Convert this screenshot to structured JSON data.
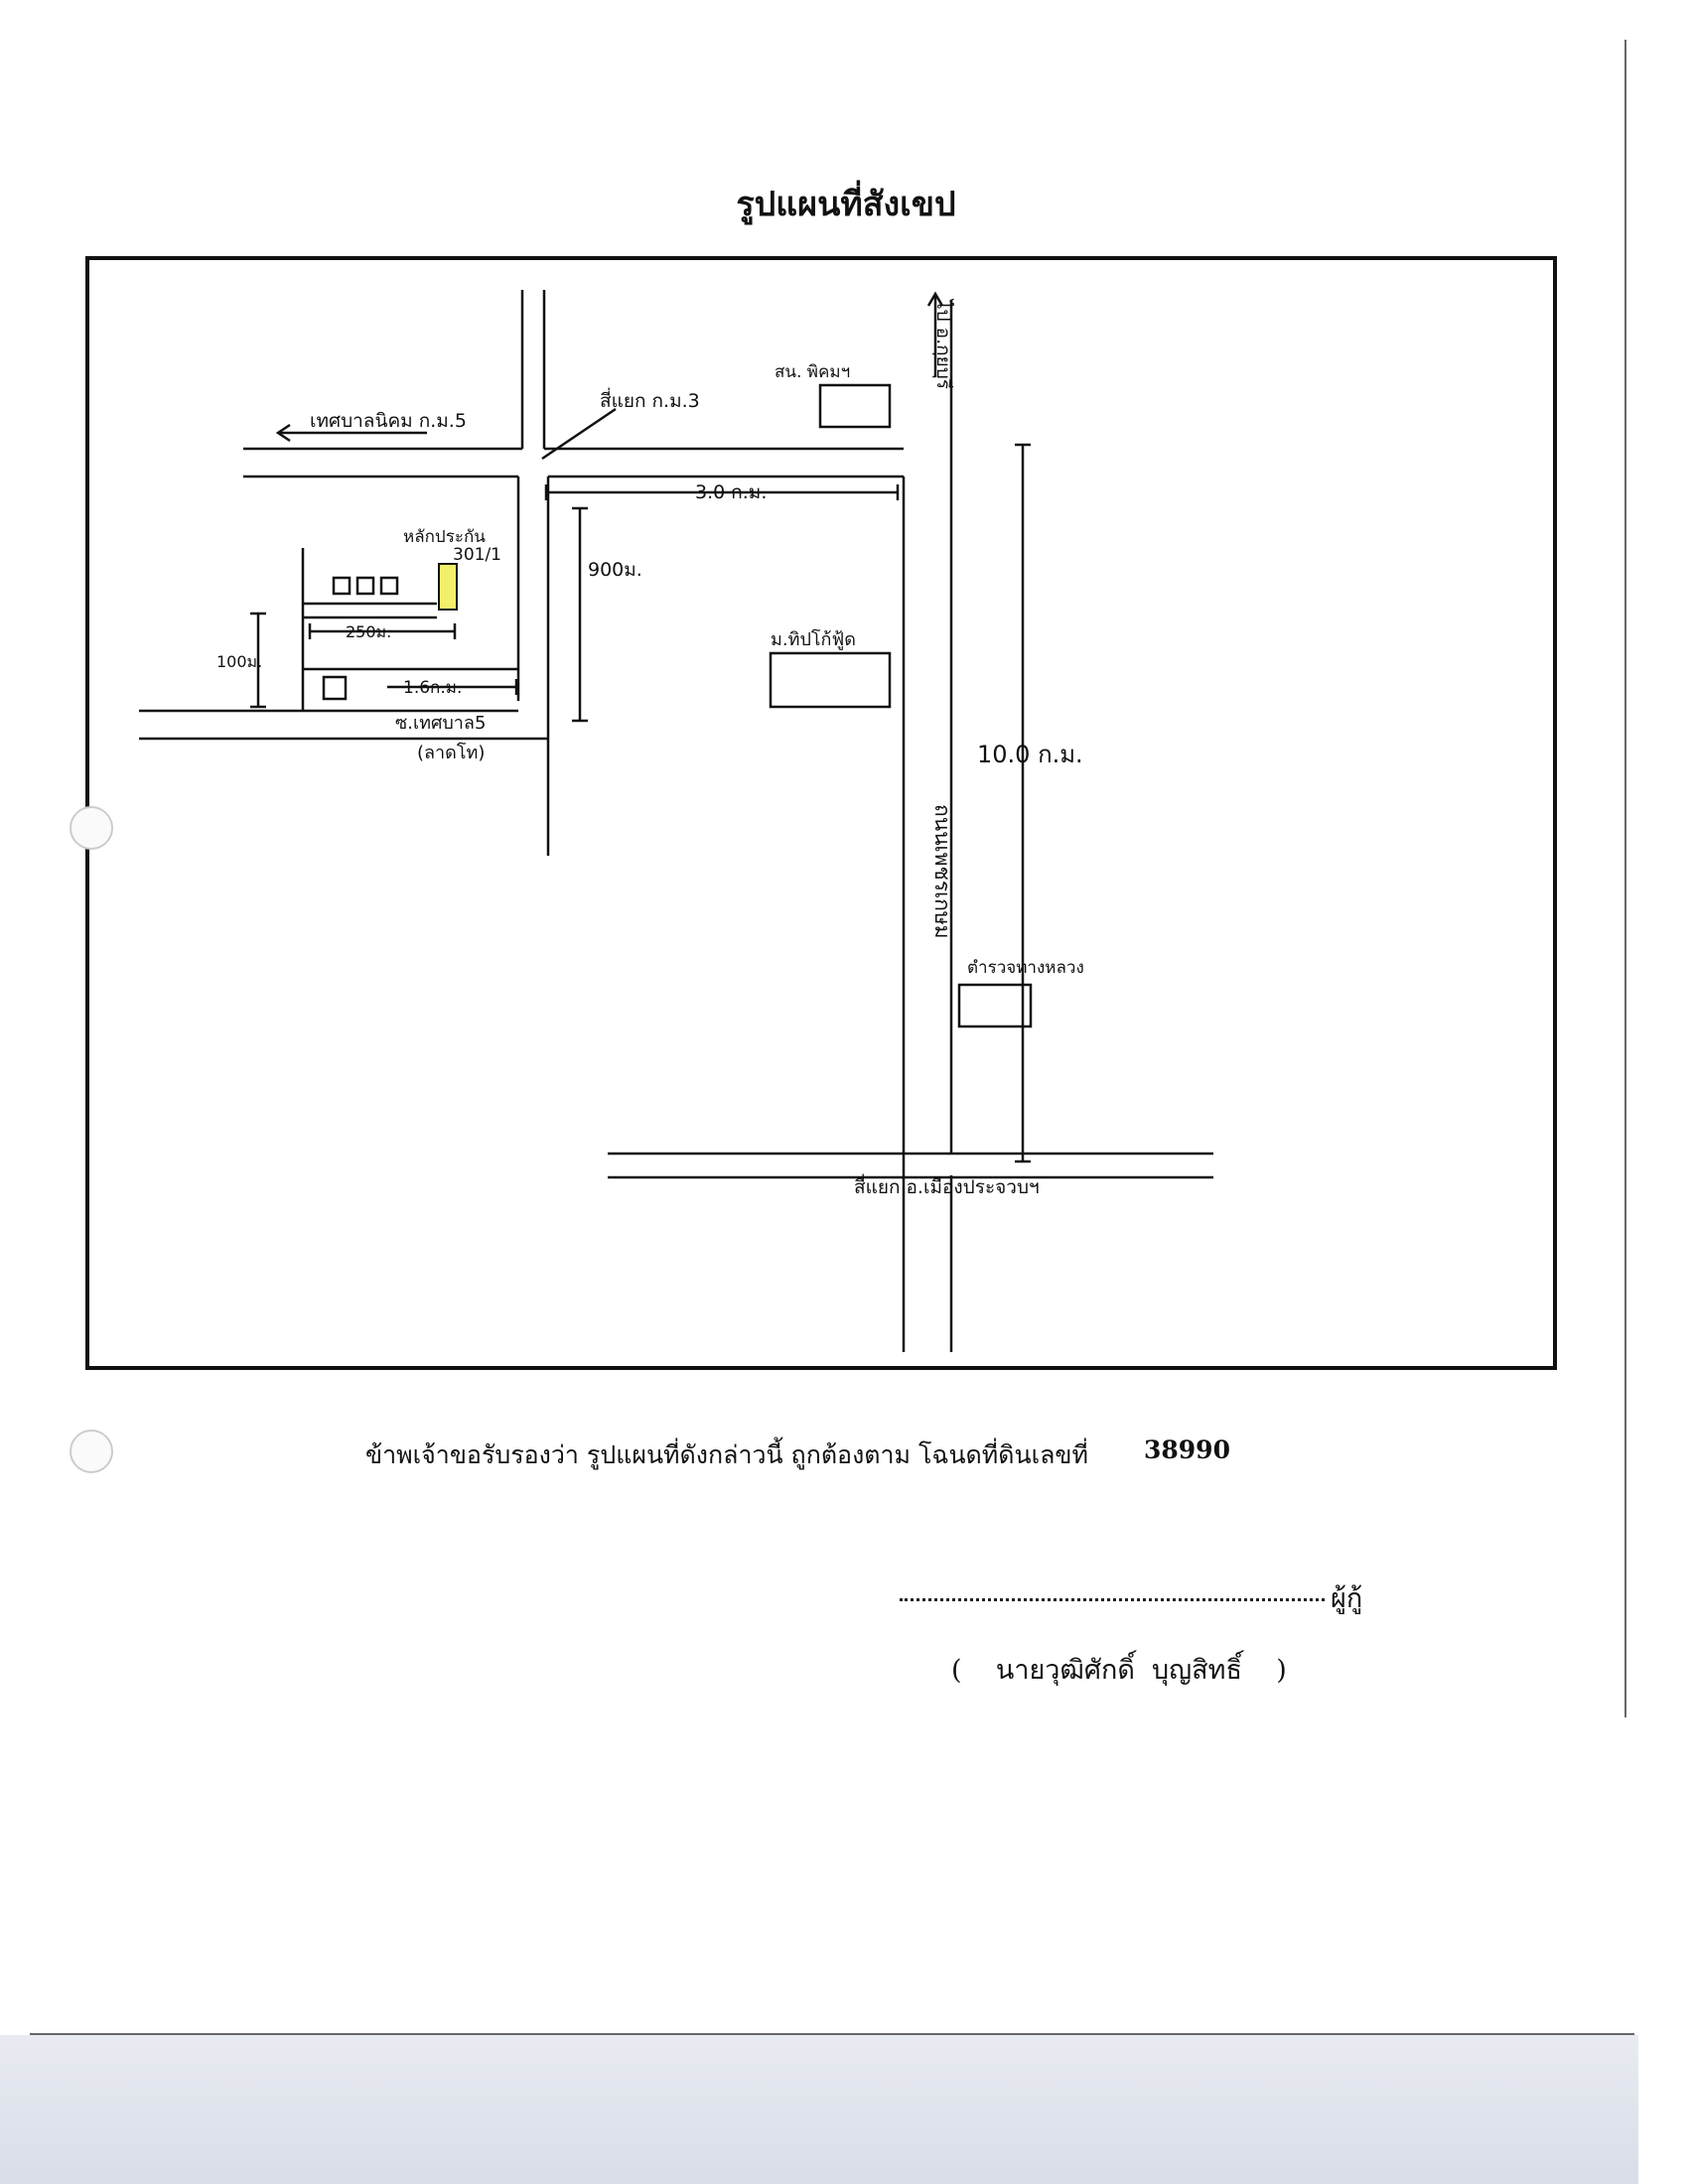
{
  "document": {
    "title": "รูปแผนที่สังเขป",
    "map": {
      "labels": {
        "to_municipality": "เทศบาลนิคม ก.ม.5",
        "junction_km3": "สี่แยก ก.ม.3",
        "school": "สน. พิคมฯ",
        "to_kuiburi": "ไป อ.กุยบุรี",
        "dist_3km": "3.0 ก.ม.",
        "landmark_plot": "หลักประกัน",
        "plot_number": "301/1",
        "dist_900m": "900ม.",
        "dist_250m": "250ม.",
        "dist_100m": "100ม.",
        "dist_1_6km": "1.6ก.ม.",
        "soi_municipality": "ซ.เทศบาล5",
        "soi_sub": "(ลาดโท)",
        "village": "ม.ทิปโก้ฟู้ด",
        "dist_10km": "10.0 ก.ม.",
        "main_road": "ถนนเพชรเกษม",
        "police": "ตำรวจทางหลวง",
        "junction_city": "สี่แยก อ.เมืองประจวบฯ"
      }
    },
    "certification": {
      "text": "ข้าพเจ้าขอรับรองว่า รูปแผนที่ดังกล่าวนี้ ถูกต้องตาม โฉนดที่ดินเลขที่",
      "deed_number": "38990"
    },
    "signature": {
      "role": "ผู้กู้",
      "name": "(    นายวุฒิศักดิ์  บุญสิทธิ์    )"
    }
  }
}
